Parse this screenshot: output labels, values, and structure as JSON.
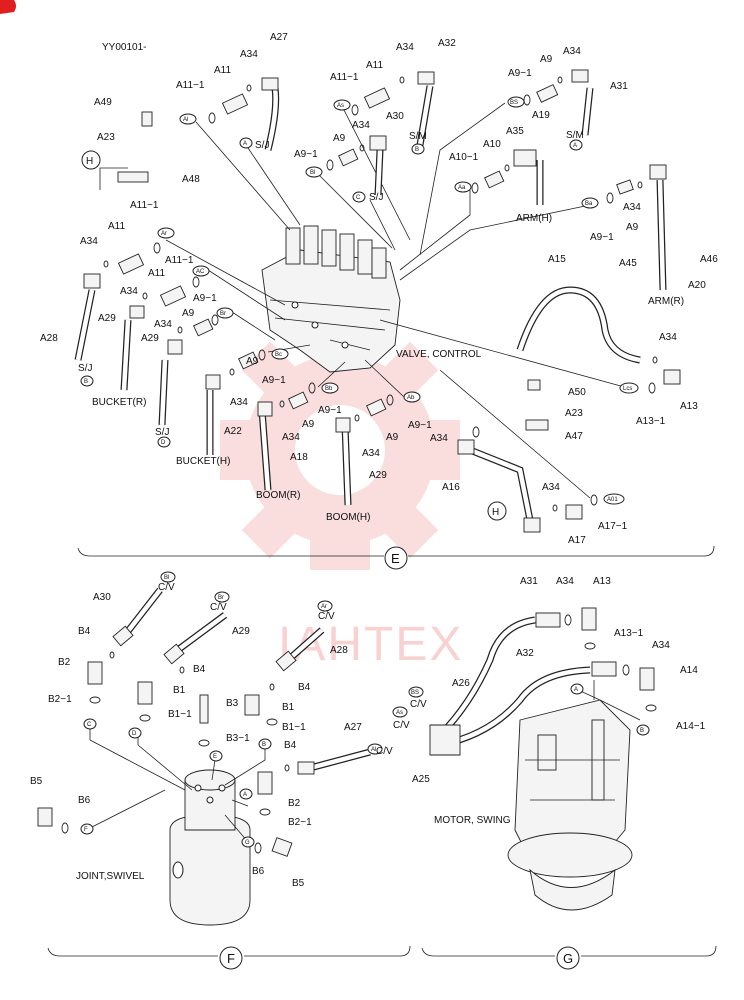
{
  "header": {
    "code": "YY00101-"
  },
  "watermark": {
    "text": "IAHTEX",
    "color": "#e23232"
  },
  "sections": {
    "e": "E",
    "f": "F",
    "g": "G"
  },
  "assemblies": {
    "valve_control": "VALVE, CONTROL",
    "joint_swivel": "JOINT,SWIVEL",
    "motor_swing": "MOTOR, SWING"
  },
  "lines": {
    "bucket_r": "BUCKET(R)",
    "bucket_h": "BUCKET(H)",
    "boom_r": "BOOM(R)",
    "boom_h": "BOOM(H)",
    "arm_h": "ARM(H)",
    "arm_r": "ARM(R)"
  },
  "ports": {
    "ai": "Al",
    "as": "As",
    "bs": "BS",
    "bi": "Bl",
    "aa": "Aa",
    "ba": "Ba",
    "ar": "Ar",
    "ac": "AC",
    "br": "Br",
    "bc": "Bc",
    "bb": "Bb",
    "ab": "Ab",
    "lcs": "Lcs",
    "a01": "A01",
    "a": "A",
    "b": "B",
    "c": "C",
    "d": "D",
    "e": "E",
    "f": "F",
    "g": "G"
  },
  "text": {
    "sj": "S/J",
    "sm": "S/M",
    "cv": "C/V",
    "h": "H"
  },
  "parts": {
    "a9": "A9",
    "a9_1": "A9−1",
    "a10": "A10",
    "a10_1": "A10−1",
    "a11": "A11",
    "a11_1": "A11−1",
    "a13": "A13",
    "a13_1": "A13−1",
    "a14": "A14",
    "a14_1": "A14−1",
    "a15": "A15",
    "a16": "A16",
    "a17": "A17",
    "a17_1": "A17−1",
    "a18": "A18",
    "a19": "A19",
    "a20": "A20",
    "a22": "A22",
    "a23": "A23",
    "a25": "A25",
    "a26": "A26",
    "a27": "A27",
    "a28": "A28",
    "a29": "A29",
    "a30": "A30",
    "a31": "A31",
    "a32": "A32",
    "a34": "A34",
    "a35": "A35",
    "a45": "A45",
    "a46": "A46",
    "a47": "A47",
    "a48": "A48",
    "a49": "A49",
    "a50": "A50",
    "b1": "B1",
    "b1_1": "B1−1",
    "b2": "B2",
    "b2_1": "B2−1",
    "b3": "B3",
    "b3_1": "B3−1",
    "b4": "B4",
    "b5": "B5",
    "b6": "B6"
  }
}
